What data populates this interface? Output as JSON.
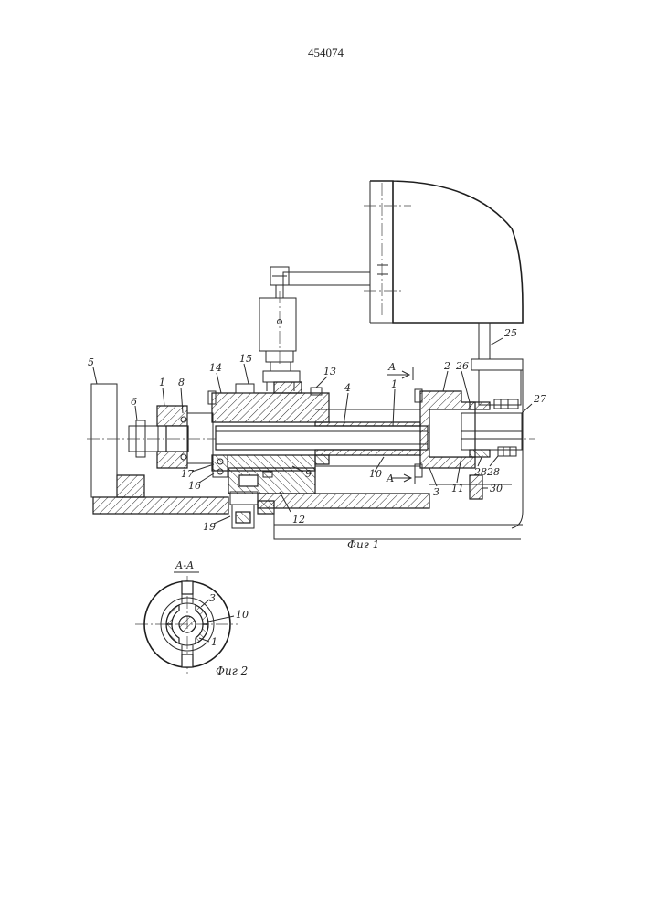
{
  "patent_number": "454074",
  "figure1": {
    "caption": "Фиг 1",
    "section_mark": "А",
    "labels": [
      "5",
      "6",
      "1",
      "8",
      "14",
      "15",
      "13",
      "4",
      "1",
      "2",
      "26",
      "25",
      "27",
      "17",
      "16",
      "9",
      "10",
      "3",
      "11",
      "28",
      "28",
      "30",
      "19",
      "12"
    ]
  },
  "figure2": {
    "section_title": "А-А",
    "caption": "Фиг 2",
    "labels": [
      "3",
      "10",
      "1"
    ]
  }
}
